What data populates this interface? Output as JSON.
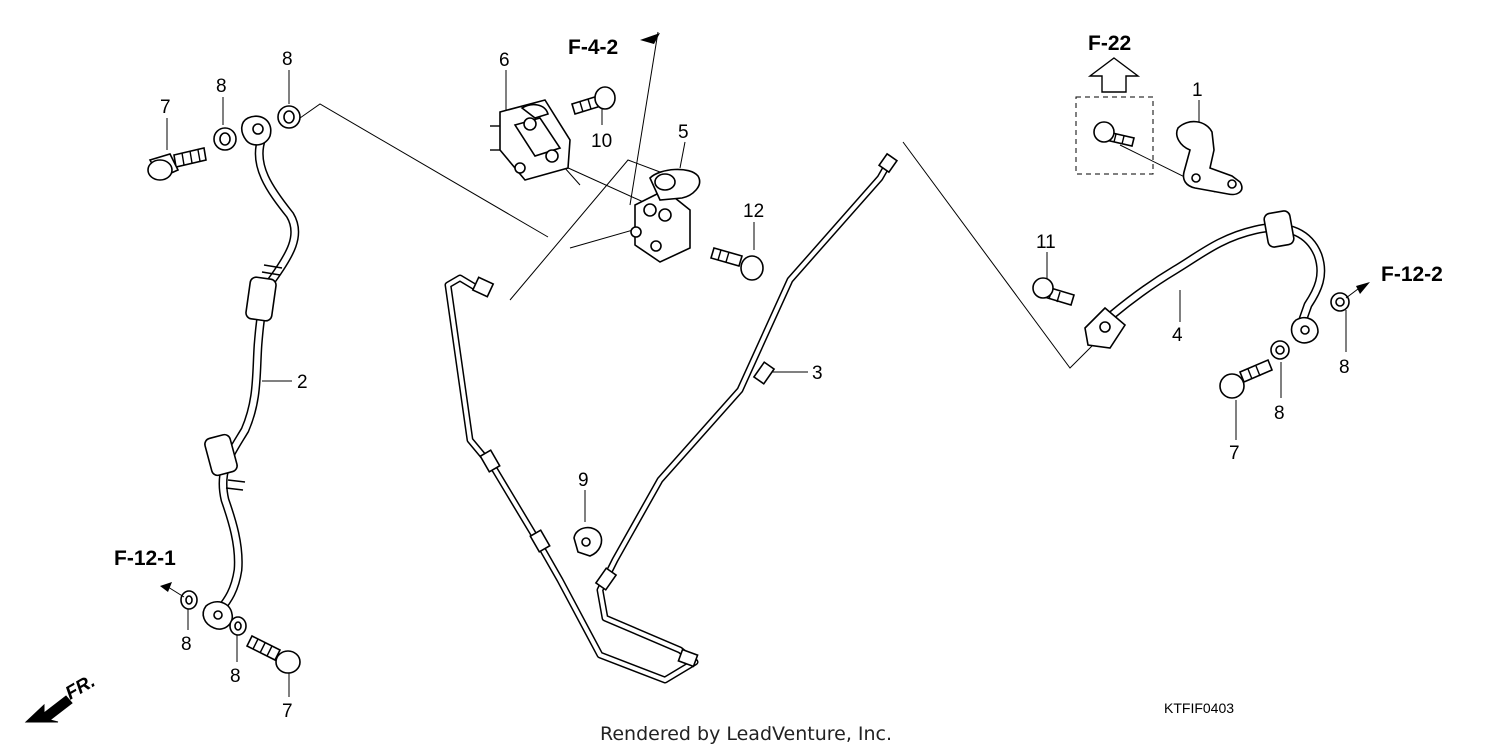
{
  "callouts": {
    "c1": "1",
    "c2": "2",
    "c3": "3",
    "c4": "4",
    "c5": "5",
    "c6": "6",
    "c7a": "7",
    "c7b": "7",
    "c7c": "7",
    "c8a": "8",
    "c8b": "8",
    "c8c": "8",
    "c8d": "8",
    "c8e": "8",
    "c8f": "8",
    "c9": "9",
    "c10": "10",
    "c11": "11",
    "c12": "12"
  },
  "references": {
    "f42": "F-4-2",
    "f22": "F-22",
    "f121": "F-12-1",
    "f122": "F-12-2"
  },
  "direction_label": "FR.",
  "diagram_code": "KTFIF0403",
  "credit": "Rendered by LeadVenture, Inc."
}
